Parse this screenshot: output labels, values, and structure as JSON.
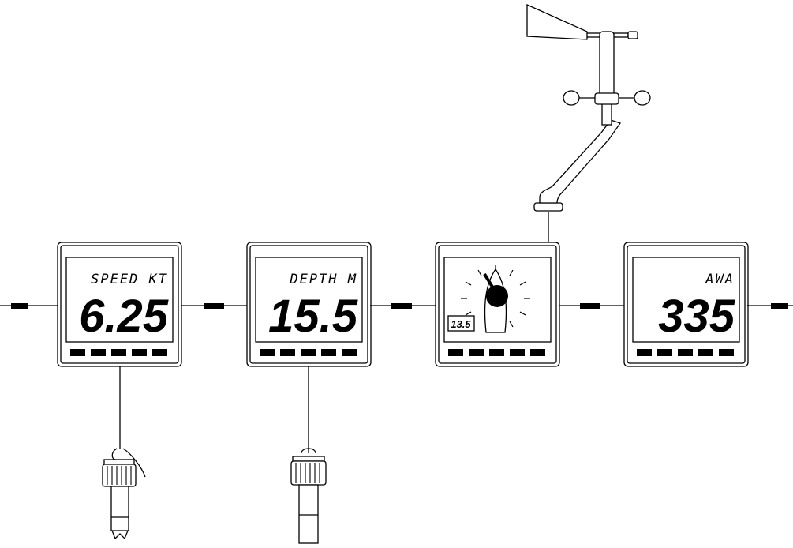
{
  "instruments": [
    {
      "label": "SPEED  KT",
      "value": "6.25"
    },
    {
      "label": "DEPTH  M",
      "value": "15.5"
    },
    {
      "label": "",
      "value": "13.5"
    },
    {
      "label": "AWA",
      "value": "335"
    }
  ]
}
